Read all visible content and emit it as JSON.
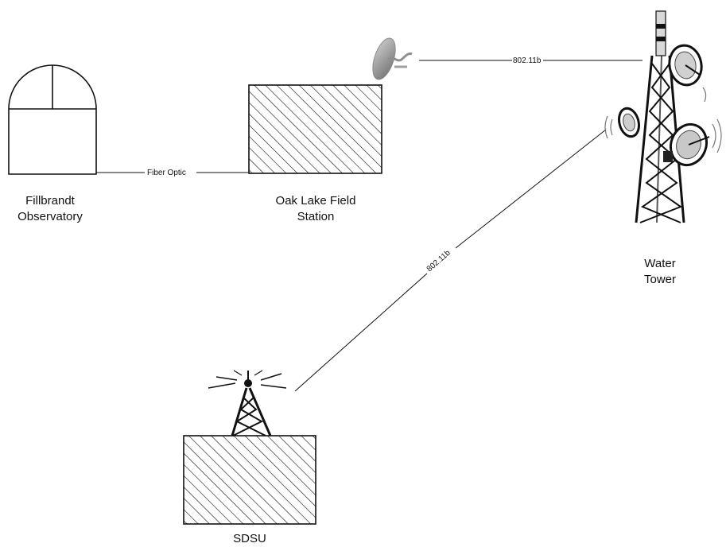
{
  "nodes": {
    "observatory": {
      "line1": "Fillbrandt",
      "line2": "Observatory"
    },
    "field_station": {
      "line1": "Oak Lake Field",
      "line2": "Station"
    },
    "water_tower": {
      "line1": "Water",
      "line2": "Tower"
    },
    "sdsu": {
      "line1": "SDSU"
    }
  },
  "links": {
    "fiber": "Fiber Optic",
    "wifi_top": "802.11b",
    "wifi_diag": "802.11b"
  },
  "icons": {
    "observatory": "observatory-dome-icon",
    "field_station": "hatched-building-icon",
    "dish": "satellite-dish-icon",
    "tower": "water-tower-antenna-icon",
    "radio_tower": "radio-tower-icon",
    "sdsu_building": "hatched-building-icon"
  },
  "colors": {
    "line": "#111111",
    "dish_gray": "#9a9a9a",
    "tower_dark": "#1a1a1a"
  }
}
